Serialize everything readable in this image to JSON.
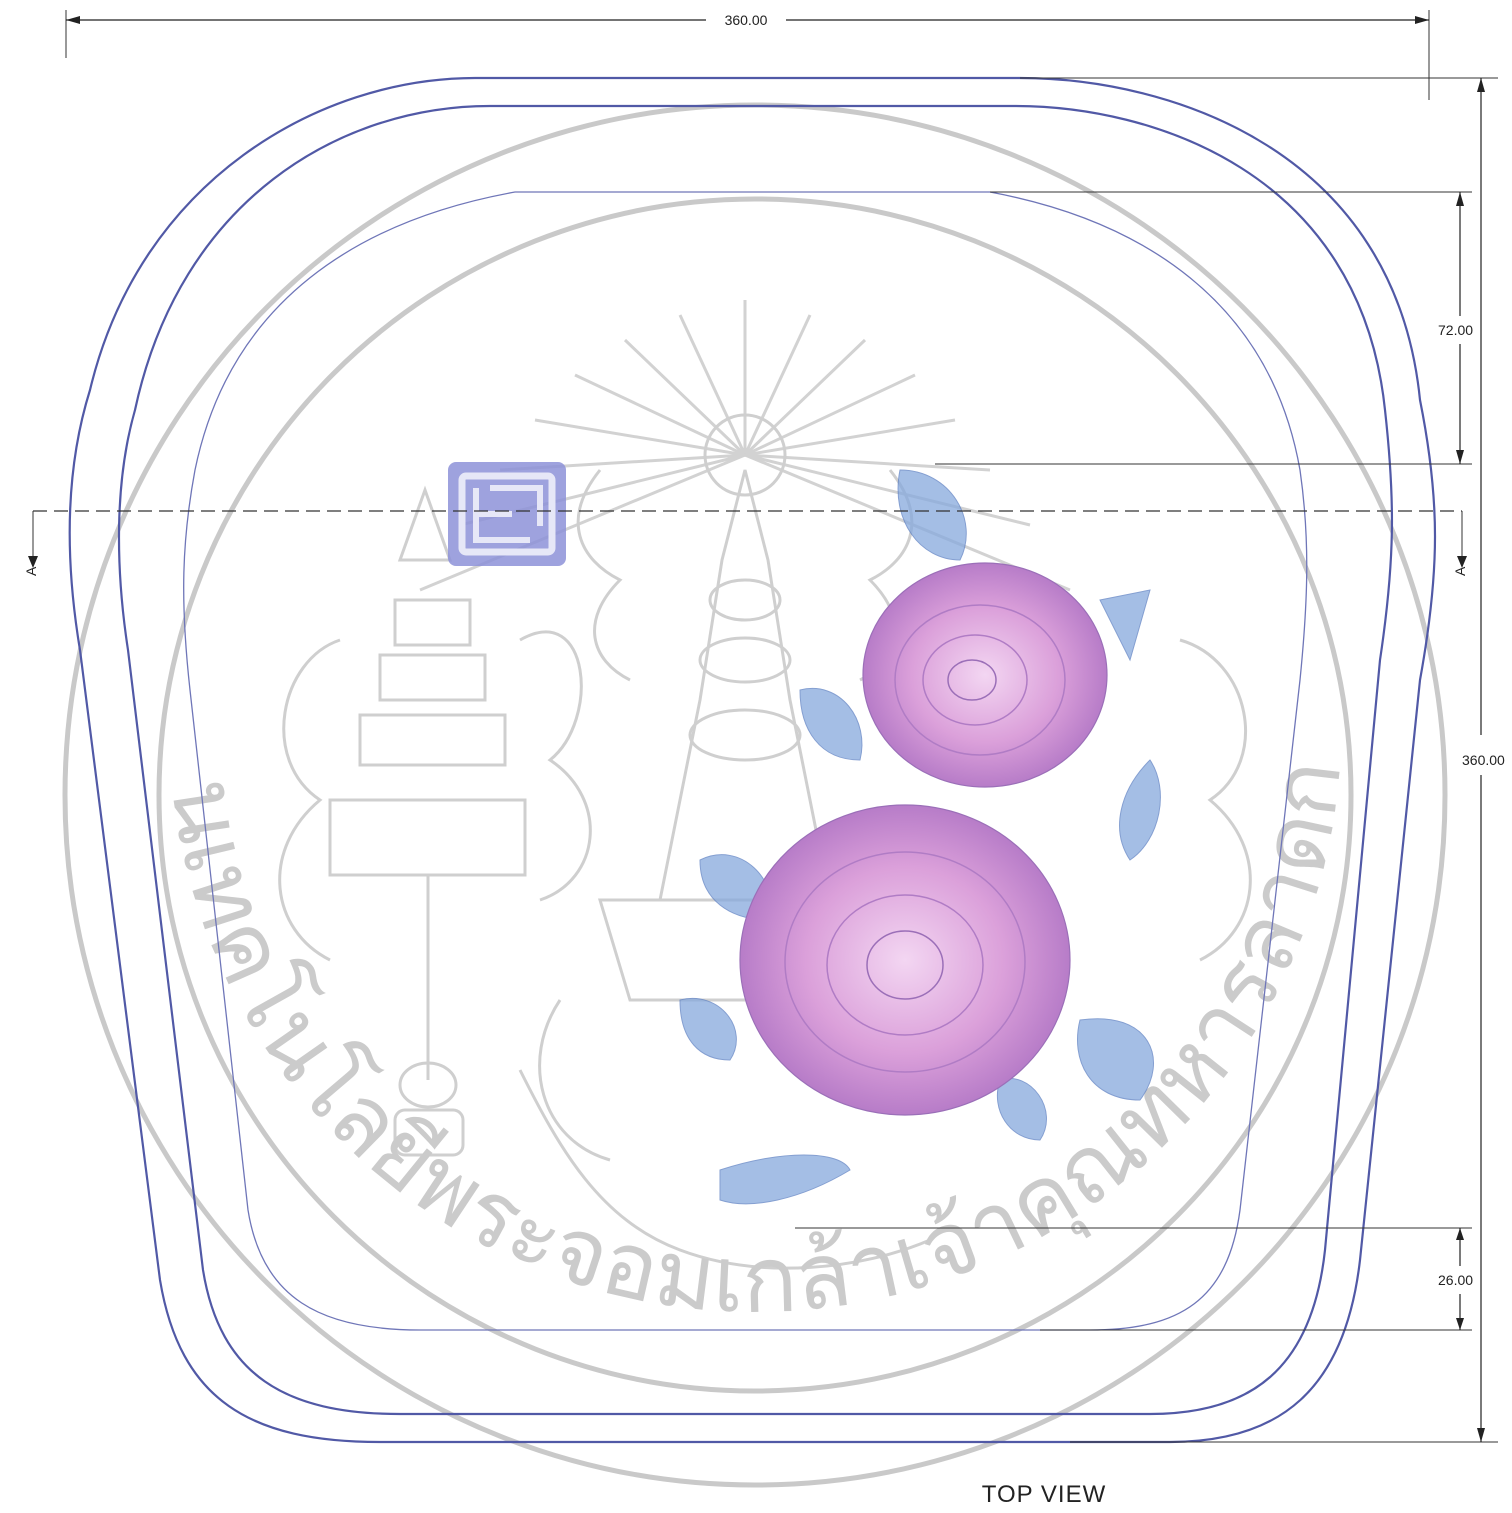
{
  "drawing": {
    "view_label": "TOP VIEW",
    "section_marker_left": "A",
    "section_marker_right": "A",
    "dimensions": {
      "overall_width": "360.00",
      "overall_height": "360.00",
      "top_offset": "72.00",
      "bottom_offset": "26.00"
    },
    "colors": {
      "outline": "#5159a6",
      "watermark": "#c9c9c9",
      "logo": "#8a8fd6",
      "rose": "#d78fd3",
      "leaf": "#7ea6dd"
    }
  },
  "watermark": {
    "arc_text": "สถาบันเทคโนโลยีพระจอมเกล้าเจ้าคุณทหารลาดกระบัง"
  },
  "logo": {
    "icon": "ep-logo-icon"
  }
}
